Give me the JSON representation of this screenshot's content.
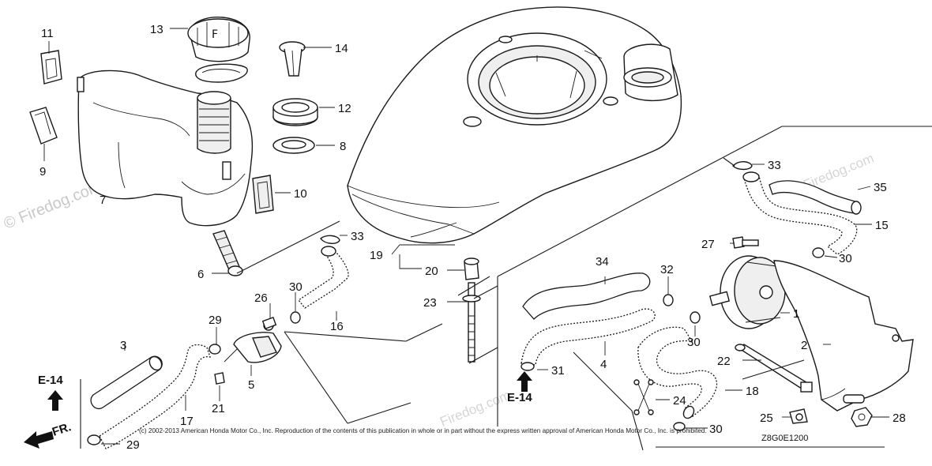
{
  "watermark": {
    "brand": "© Firedog.com",
    "repeat": "Firedog.com"
  },
  "callouts": {
    "c1": "1",
    "c2": "2",
    "c3": "3",
    "c4": "4",
    "c5": "5",
    "c6": "6",
    "c7": "7",
    "c8": "8",
    "c9": "9",
    "c10": "10",
    "c11": "11",
    "c12": "12",
    "c13": "13",
    "c14": "14",
    "c15": "15",
    "c16": "16",
    "c17": "17",
    "c18": "18",
    "c19": "19",
    "c20": "20",
    "c21": "21",
    "c22": "22",
    "c23": "23",
    "c24": "24",
    "c25": "25",
    "c26": "26",
    "c27": "27",
    "c28": "28",
    "c29a": "29",
    "c29b": "29",
    "c30a": "30",
    "c30b": "30",
    "c30c": "30",
    "c30d": "30",
    "c31": "31",
    "c32": "32",
    "c33a": "33",
    "c33b": "33",
    "c34": "34",
    "c35": "35"
  },
  "references": {
    "e14_left": "E-14",
    "e14_mid": "E-14",
    "front": "FR."
  },
  "footer": {
    "copyright": "(c) 2002-2013 American Honda Motor Co., Inc. Reproduction of the contents of this publication in whole or in part without the express written approval of American Honda Motor Co., Inc. is prohibited.",
    "diagram_code": "Z8G0E1200"
  }
}
